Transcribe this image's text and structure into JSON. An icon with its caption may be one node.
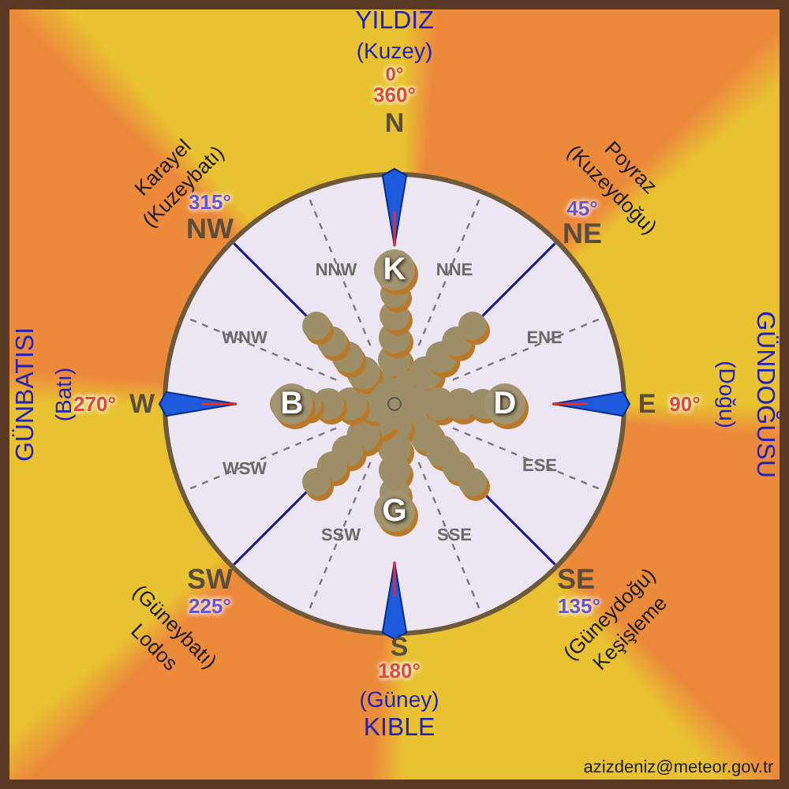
{
  "diagram": {
    "labels": [
      "YILDIZ",
      "(Kuzey)",
      "0°",
      "360°",
      "N",
      "Karayel",
      "(Kuzeybatı)",
      "315°",
      "NW",
      "Poyraz",
      "(Kuzeydoğu)",
      "45°",
      "NE",
      "NNW",
      "NNE",
      "K",
      "WNW",
      "ENE",
      "GÜNBATISI",
      "(Batı)",
      "270°",
      "W",
      "B",
      "D",
      "E",
      "90°",
      "GÜNDOĞUSU",
      "(Doğu)",
      "WSW",
      "ESE",
      "G",
      "SSW",
      "SSE",
      "SW",
      "225°",
      "SE",
      "135°",
      "(Güneybatı)",
      "Lodos",
      "(Güneydoğu)",
      "Keşişleme",
      "S",
      "180°",
      "(Güney)",
      "KIBLE",
      "azizdeniz@meteor.gov.tr"
    ]
  }
}
